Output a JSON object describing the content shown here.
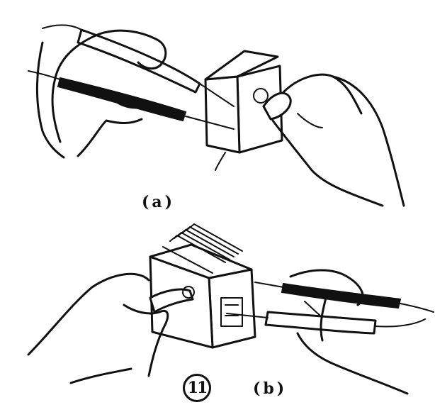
{
  "labels": {
    "panel_a": "(a)",
    "panel_b": "(b)",
    "figure_number": "11"
  },
  "colors": {
    "ink": "#111111",
    "paper": "#ffffff"
  }
}
